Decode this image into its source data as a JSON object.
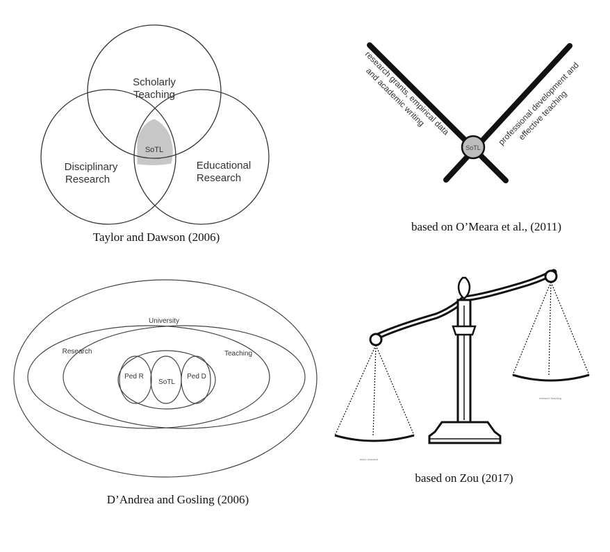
{
  "panels": {
    "venn": {
      "caption": "Taylor and Dawson (2006)",
      "circles": {
        "top": [
          "Scholarly",
          "Teaching"
        ],
        "left": [
          "Disciplinary",
          "Research"
        ],
        "right": [
          "Educational",
          "Research"
        ],
        "center": "SoTL"
      }
    },
    "cross": {
      "caption": "based on O’Meara et al., (2011)",
      "left_arm": [
        "research grants, empirical data",
        "and academic writing"
      ],
      "right_arm": [
        "professional development and",
        "effective teaching"
      ],
      "center": "SoTL"
    },
    "ellipses": {
      "caption": "D’Andrea and Gosling (2006)",
      "outer": "University",
      "left": "Research",
      "right": "Teaching",
      "inner": [
        "Ped R",
        "SoTL",
        "Ped D"
      ]
    },
    "scale": {
      "caption": "based on Zou (2017)",
      "left_pan_note": "teach research",
      "right_pan_note": "research teaching"
    }
  },
  "colors": {
    "line": "#333333",
    "sotl_fill": "#c7c7c7",
    "cross_bar": "#111111"
  }
}
